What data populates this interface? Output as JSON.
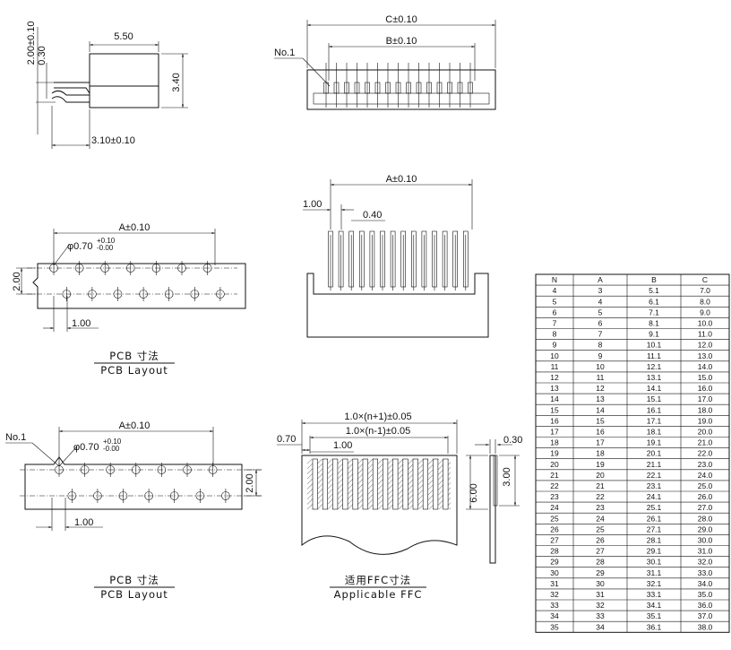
{
  "side_view": {
    "dim_top": "5.50",
    "dim_left_total": "2.00±0.10",
    "dim_left_small": "0.30",
    "dim_right": "3.40",
    "dim_bottom": "3.10±0.10"
  },
  "top_view": {
    "dim_c": "C±0.10",
    "dim_b": "B±0.10",
    "pin1_label": "No.1"
  },
  "front_view": {
    "dim_a": "A±0.10",
    "dim_pitch": "1.00",
    "dim_width": "0.40"
  },
  "pcb_layout_1": {
    "dim_a": "A±0.10",
    "hole_dia": "φ0.70",
    "hole_tol_plus": "+0.10",
    "hole_tol_minus": "-0.00",
    "dim_row_spacing": "2.00",
    "dim_pitch": "1.00",
    "caption_cn": "PCB  寸法",
    "caption_en": "PCB Layout"
  },
  "pcb_layout_2": {
    "pin1_label": "No.1",
    "dim_a": "A±0.10",
    "hole_dia": "φ0.70",
    "hole_tol_plus": "+0.10",
    "hole_tol_minus": "-0.00",
    "dim_row_spacing": "2.00",
    "dim_pitch": "1.00",
    "caption_cn": "PCB  寸法",
    "caption_en": "PCB Layout"
  },
  "ffc": {
    "dim_total": "1.0×(n+1)±0.05",
    "dim_inner": "1.0×(n-1)±0.05",
    "dim_edge": "0.70",
    "dim_pitch": "1.00",
    "dim_thick": "0.30",
    "dim_len_long": "6.00",
    "dim_len_short": "3.00",
    "caption_cn": "适用FFC寸法",
    "caption_en": "Applicable FFC"
  },
  "table": {
    "headers": [
      "N",
      "A",
      "B",
      "C"
    ],
    "rows": [
      [
        "4",
        "3",
        "5.1",
        "7.0"
      ],
      [
        "5",
        "4",
        "6.1",
        "8.0"
      ],
      [
        "6",
        "5",
        "7.1",
        "9.0"
      ],
      [
        "7",
        "6",
        "8.1",
        "10.0"
      ],
      [
        "8",
        "7",
        "9.1",
        "11.0"
      ],
      [
        "9",
        "8",
        "10.1",
        "12.0"
      ],
      [
        "10",
        "9",
        "11.1",
        "13.0"
      ],
      [
        "11",
        "10",
        "12.1",
        "14.0"
      ],
      [
        "12",
        "11",
        "13.1",
        "15.0"
      ],
      [
        "13",
        "12",
        "14.1",
        "16.0"
      ],
      [
        "14",
        "13",
        "15.1",
        "17.0"
      ],
      [
        "15",
        "14",
        "16.1",
        "18.0"
      ],
      [
        "16",
        "15",
        "17.1",
        "19.0"
      ],
      [
        "17",
        "16",
        "18.1",
        "20.0"
      ],
      [
        "18",
        "17",
        "19.1",
        "21.0"
      ],
      [
        "19",
        "18",
        "20.1",
        "22.0"
      ],
      [
        "20",
        "19",
        "21.1",
        "23.0"
      ],
      [
        "21",
        "20",
        "22.1",
        "24.0"
      ],
      [
        "22",
        "21",
        "23.1",
        "25.0"
      ],
      [
        "23",
        "22",
        "24.1",
        "26.0"
      ],
      [
        "24",
        "23",
        "25.1",
        "27.0"
      ],
      [
        "25",
        "24",
        "26.1",
        "28.0"
      ],
      [
        "26",
        "25",
        "27.1",
        "29.0"
      ],
      [
        "27",
        "26",
        "28.1",
        "30.0"
      ],
      [
        "28",
        "27",
        "29.1",
        "31.0"
      ],
      [
        "29",
        "28",
        "30.1",
        "32.0"
      ],
      [
        "30",
        "29",
        "31.1",
        "33.0"
      ],
      [
        "31",
        "30",
        "32.1",
        "34.0"
      ],
      [
        "32",
        "31",
        "33.1",
        "35.0"
      ],
      [
        "33",
        "32",
        "34.1",
        "36.0"
      ],
      [
        "34",
        "33",
        "35.1",
        "37.0"
      ],
      [
        "35",
        "34",
        "36.1",
        "38.0"
      ]
    ]
  }
}
